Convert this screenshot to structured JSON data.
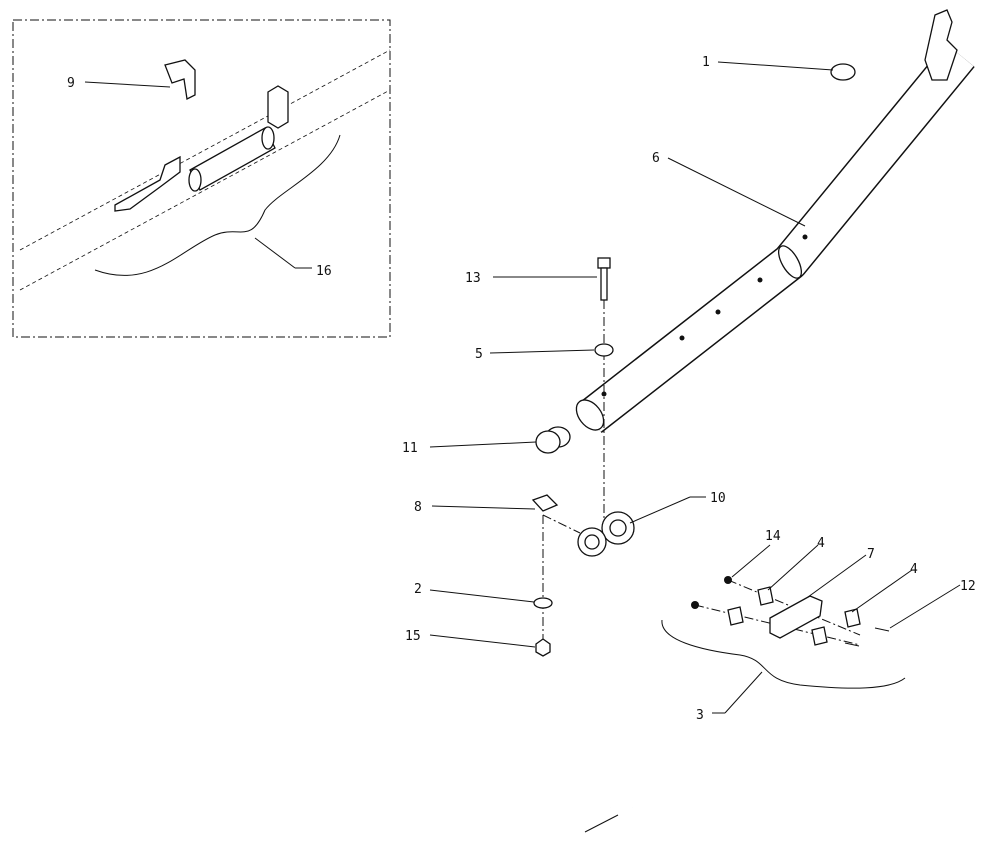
{
  "diagram": {
    "callouts": [
      {
        "id": "callout-1",
        "label": "1"
      },
      {
        "id": "callout-6",
        "label": "6"
      },
      {
        "id": "callout-13",
        "label": "13"
      },
      {
        "id": "callout-5",
        "label": "5"
      },
      {
        "id": "callout-11",
        "label": "11"
      },
      {
        "id": "callout-8",
        "label": "8"
      },
      {
        "id": "callout-10",
        "label": "10"
      },
      {
        "id": "callout-14",
        "label": "14"
      },
      {
        "id": "callout-4a",
        "label": "4"
      },
      {
        "id": "callout-7",
        "label": "7"
      },
      {
        "id": "callout-4b",
        "label": "4"
      },
      {
        "id": "callout-12",
        "label": "12"
      },
      {
        "id": "callout-2",
        "label": "2"
      },
      {
        "id": "callout-15",
        "label": "15"
      },
      {
        "id": "callout-3",
        "label": "3"
      },
      {
        "id": "callout-9",
        "label": "9"
      },
      {
        "id": "callout-16",
        "label": "16"
      }
    ]
  }
}
